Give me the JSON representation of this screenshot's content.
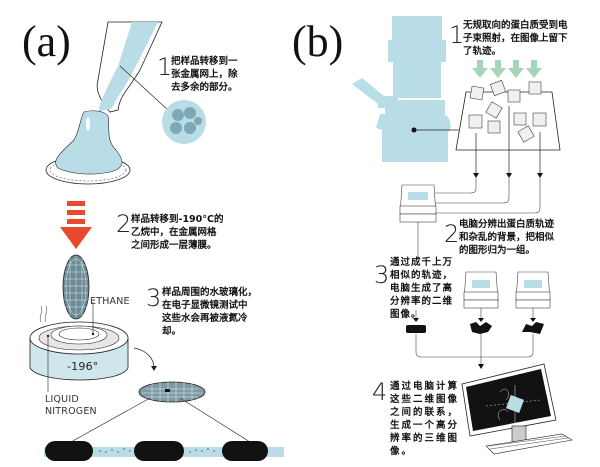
{
  "panels": {
    "a": {
      "label": "(a)",
      "steps": [
        {
          "num": "1",
          "text": "把样品转移到一\n张金属网上，除\n去多余的部分。"
        },
        {
          "num": "2",
          "text": "样品转移到-190°C的\n乙烷中，在金属网格\n之间形成一层薄膜。"
        },
        {
          "num": "3",
          "text": "样品周围的水玻璃化，\n在电子显微镜测试中\n这些水会再被液氮冷\n却。"
        }
      ],
      "labels": {
        "ethane": "ETHANE",
        "temperature": "-196°",
        "liquid_nitrogen": "LIQUID\nNITROGEN"
      }
    },
    "b": {
      "label": "(b)",
      "steps": [
        {
          "num": "1",
          "text": "无规取向的蛋白质受到电\n子束照射，在图像上留下\n了轨迹。"
        },
        {
          "num": "2",
          "text": "电脑分辨出蛋白质轨迹\n和杂乱的背景，把相似\n的图形归为一组。"
        },
        {
          "num": "3",
          "text": "通过成千上万\n相似的轨迹，\n电脑生成了高\n分辨率的二维\n图像。"
        },
        {
          "num": "4",
          "text": "通过电脑计算\n这些二维图像\n之间的联系，\n生成一个高分\n辨率的三维图\n像。"
        }
      ]
    }
  },
  "colors": {
    "ice_blue": "#b9dde6",
    "arrow_red": "#e8482c",
    "beam_green": "#a6d4b8",
    "ink": "#111111"
  }
}
